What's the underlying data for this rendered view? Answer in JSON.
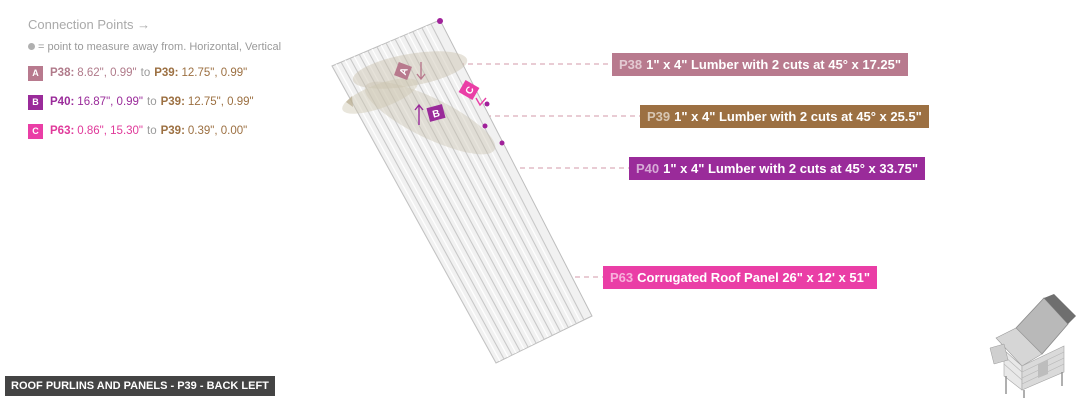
{
  "legend": {
    "title": "Connection Points →",
    "note": "= point to measure away from. Horizontal, Vertical",
    "connections": [
      {
        "badge": "A",
        "badge_color": "#b87a8e",
        "from_label": "P38:",
        "from_value": "8.62\", 0.99\"",
        "to_word": "to",
        "to_label": "P39:",
        "to_value": "12.75\", 0.99\""
      },
      {
        "badge": "B",
        "badge_color": "#9a2b9a",
        "from_label": "P40:",
        "from_value": "16.87\", 0.99\"",
        "to_word": "to",
        "to_label": "P39:",
        "to_value": "12.75\", 0.99\""
      },
      {
        "badge": "C",
        "badge_color": "#ea3ea6",
        "from_label": "P63:",
        "from_value": "0.86\", 15.30\"",
        "to_word": "to",
        "to_label": "P39:",
        "to_value": "0.39\", 0.00\""
      }
    ]
  },
  "callouts": [
    {
      "code": "P38",
      "text": "1\" x 4\" Lumber with 2 cuts at 45° x 17.25\"",
      "color": "#b87a8e"
    },
    {
      "code": "P39",
      "text": "1\" x 4\" Lumber with 2 cuts at 45° x 25.5\"",
      "color": "#9c7042"
    },
    {
      "code": "P40",
      "text": "1\" x 4\" Lumber with 2 cuts at 45° x 33.75\"",
      "color": "#9a2b9a"
    },
    {
      "code": "P63",
      "text": "Corrugated Roof Panel 26\" x 12' x 51\"",
      "color": "#ea3ea6"
    }
  ],
  "markers": {
    "a": "A",
    "b": "B",
    "c": "C"
  },
  "caption": "ROOF PURLINS AND PANELS - P39 - BACK LEFT"
}
